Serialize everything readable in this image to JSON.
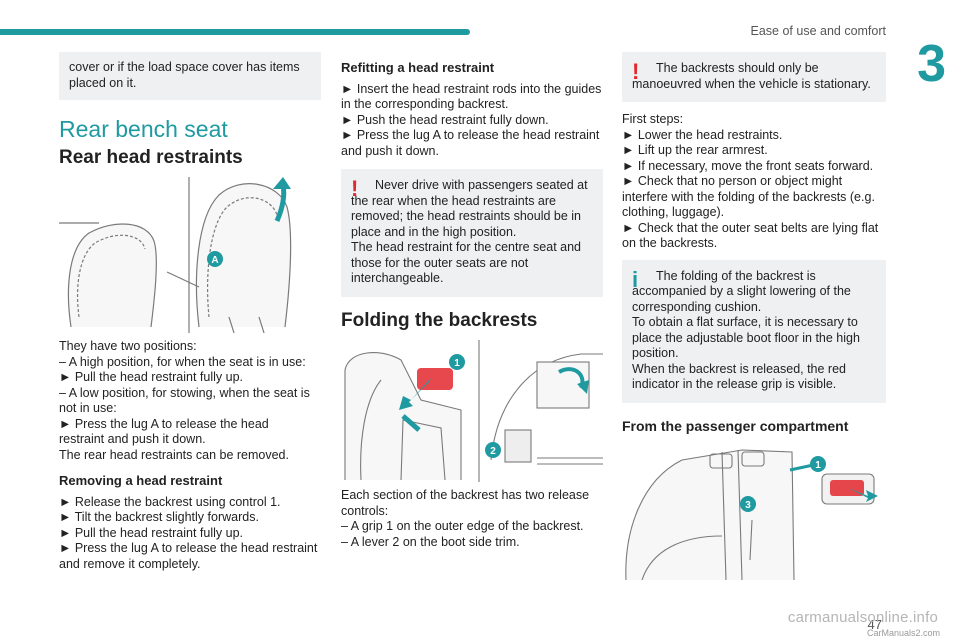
{
  "header": {
    "section": "Ease of use and comfort",
    "chapter": "3"
  },
  "col1": {
    "note_top": "cover or if the load space cover has items placed on it.",
    "section_title": "Rear bench seat",
    "h_rear_head": "Rear head restraints",
    "fig_label_A": "A",
    "positions_text": "They have two positions:\n– A high position, for when the seat is in use:\n      ► Pull the head restraint fully up.\n– A low position, for stowing, when the seat is not in use:\n      ► Press the lug A to release the head\n         restraint and push it down.\nThe rear head restraints can be removed.",
    "h_removing": "Removing a head restraint",
    "removing_steps": "► Release the backrest using control 1.\n► Tilt the backrest slightly forwards.\n► Pull the head restraint fully up.\n► Press the lug A to release the head restraint and remove it completely."
  },
  "col2": {
    "h_refitting": "Refitting a head restraint",
    "refitting_steps": "► Insert the head restraint rods into the guides in the corresponding backrest.\n► Push the head restraint fully down.\n► Press the lug A to release the head restraint and push it down.",
    "warning": "Never drive with passengers seated at the rear when the head restraints are removed; the head restraints should be in place and in the high position.\nThe head restraint for the centre seat and those for the outer seats are not interchangeable.",
    "h_folding": "Folding the backrests",
    "fig_label_1": "1",
    "fig_label_2": "2",
    "controls_text": "Each section of the backrest has two release controls:\n– A grip 1 on the outer edge of the backrest.\n– A lever 2 on the boot side trim."
  },
  "col3": {
    "warning": "The backrests should only be manoeuvred when the vehicle is stationary.",
    "first_steps": "First steps:\n► Lower the head restraints.\n► Lift up the rear armrest.\n► If necessary, move the front seats forward.\n► Check that no person or object might interfere with the folding of the backrests (e.g. clothing, luggage).\n► Check that the outer seat belts are lying flat on the backrests.",
    "info": "The folding of the backrest is accompanied by a slight lowering of the corresponding cushion.\nTo obtain a flat surface, it is necessary to place the adjustable boot floor in the high position.\nWhen the backrest is released, the red indicator in the release grip is visible.",
    "h_passenger": "From the passenger compartment",
    "fig_label_1": "1",
    "fig_label_3": "3"
  },
  "footer": {
    "page_number": "47",
    "watermark": "carmanualsonline.info",
    "watermark_small": "CarManuals2.com"
  },
  "colors": {
    "accent": "#1f9aa1",
    "warning": "#e3282f",
    "box_bg": "#eef0f1"
  }
}
